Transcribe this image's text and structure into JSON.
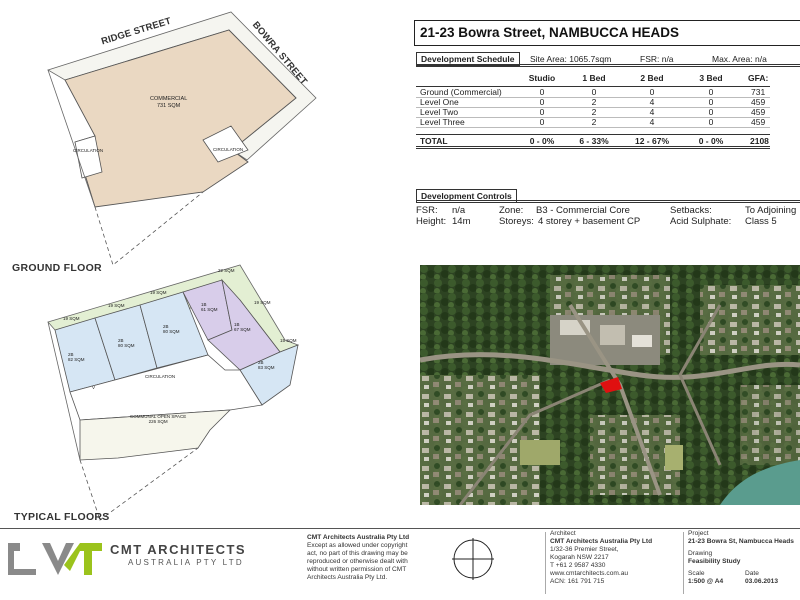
{
  "project_title": "21-23 Bowra Street, NAMBUCCA HEADS",
  "plans": {
    "ground_heading": "GROUND FLOOR",
    "typical_heading": "TYPICAL FLOORS",
    "street_ridge": "RIDGE STREET",
    "street_bowra": "BOWRA STREET",
    "ground": {
      "commercial_label": "COMMERCIAL",
      "commercial_area": "731 SQM",
      "circulation_left": "CIRCULATION",
      "circulation_right": "CIRCULATION"
    },
    "typical": {
      "units": [
        {
          "type": "2B",
          "area": "82 SQM"
        },
        {
          "type": "2B",
          "area": "80 SQM"
        },
        {
          "type": "2B",
          "area": "80 SQM"
        },
        {
          "type": "1B",
          "area": "61 SQM"
        },
        {
          "type": "1B",
          "area": "67 SQM"
        },
        {
          "type": "2B",
          "area": "83 SQM"
        }
      ],
      "terraces": [
        {
          "label": "T",
          "area": "19 SQM"
        },
        {
          "label": "T",
          "area": "19 SQM"
        },
        {
          "label": "T",
          "area": "19 SQM"
        },
        {
          "label": "T",
          "area": "22 SQM"
        },
        {
          "label": "T",
          "area": "19 SQM"
        },
        {
          "label": "T",
          "area": "15 SQM"
        }
      ],
      "circulation_label": "CIRCULATION",
      "open_space_label": "COMMUNAL OPEN SPACE",
      "open_space_area": "226 SQM",
      "void_label": "V"
    }
  },
  "schedule": {
    "label": "Development Schedule",
    "site_area": "Site Area: 1065.7sqm",
    "fsr": "FSR: n/a",
    "max_area": "Max. Area: n/a",
    "columns": [
      "Studio",
      "1 Bed",
      "2 Bed",
      "3 Bed",
      "GFA:"
    ],
    "rows": [
      {
        "level": "Ground (Commercial)",
        "studio": "0",
        "one": "0",
        "two": "0",
        "three": "0",
        "gfa": "731"
      },
      {
        "level": "Level One",
        "studio": "0",
        "one": "2",
        "two": "4",
        "three": "0",
        "gfa": "459"
      },
      {
        "level": "Level Two",
        "studio": "0",
        "one": "2",
        "two": "4",
        "three": "0",
        "gfa": "459"
      },
      {
        "level": "Level Three",
        "studio": "0",
        "one": "2",
        "two": "4",
        "three": "0",
        "gfa": "459"
      }
    ],
    "total": {
      "level": "TOTAL",
      "studio": "0 - 0%",
      "one": "6 - 33%",
      "two": "12 - 67%",
      "three": "0 - 0%",
      "gfa": "2108"
    }
  },
  "controls": {
    "label": "Development Controls",
    "fsr_label": "FSR:",
    "fsr_value": "n/a",
    "height_label": "Height:",
    "height_value": "14m",
    "zone_label": "Zone:",
    "zone_value": "B3 - Commercial Core",
    "storeys_label": "Storeys:",
    "storeys_value": "4 storey + basement CP",
    "setbacks_label": "Setbacks:",
    "setbacks_value": "To Adjoining",
    "acid_label": "Acid Sulphate:",
    "acid_value": "Class 5"
  },
  "footer": {
    "logo_text_1": "CMT ARCHITECTS",
    "logo_text_2": "AUSTRALIA PTY LTD",
    "copyright_title": "CMT Architects Australia Pty Ltd",
    "copyright_lines": [
      "Except as allowed under copyright",
      "act, no part of this drawing may be",
      "reproduced or otherwise dealt with",
      "without written permission of CMT",
      "Architects Australia Pty Ltd."
    ],
    "architect_label": "Architect",
    "architect_name": "CMT Architects Australia Pty Ltd",
    "address_lines": [
      "1/32-36 Premier Street,",
      "Kogarah NSW 2217",
      "T +61 2 9587 4330",
      "www.cmtarchitects.com.au",
      "ACN: 161 791 715"
    ],
    "project_label": "Project",
    "project_value": "21-23 Bowra St, Nambucca Heads",
    "drawing_label": "Drawing",
    "drawing_value": "Feasibility Study",
    "scale_label": "Scale",
    "scale_value": "1:500 @ A4",
    "date_label": "Date",
    "date_value": "03.06.2013"
  },
  "colors": {
    "commercial_fill": "#ead8c2",
    "unit_2b_fill": "#d6e6f4",
    "unit_1b_fill": "#d8cdea",
    "terrace_fill": "#e3efd3",
    "open_space_fill": "#f6f6ec",
    "site_highlight": "#e01010",
    "logo_grey": "#8a8a8a",
    "logo_green": "#9bc31c"
  }
}
